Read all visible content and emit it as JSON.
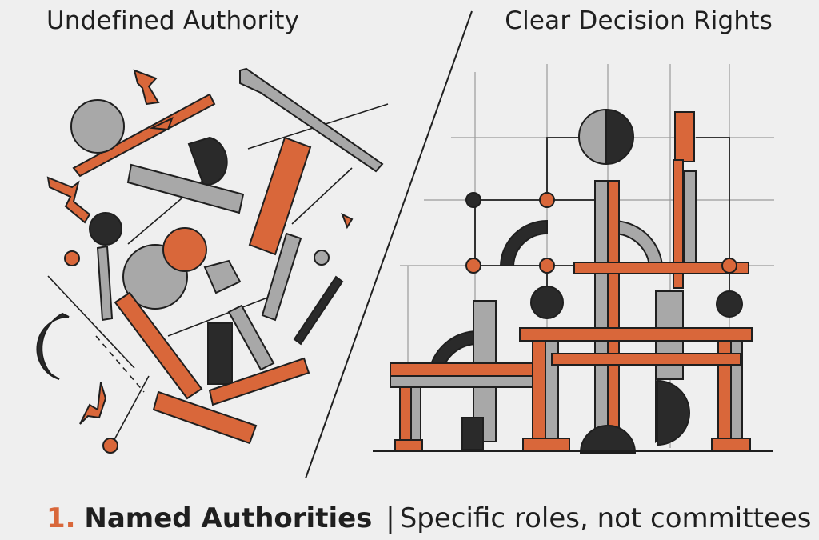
{
  "headings": {
    "left": "Undefined Authority",
    "right": "Clear Decision Rights"
  },
  "caption": {
    "number": "1.",
    "title": "Named Authorities",
    "separator": "|",
    "description": "Specific roles, not committees"
  },
  "colors": {
    "accent": "#d9673a",
    "gray": "#a8a8a8",
    "dark": "#2a2a2a",
    "line": "#1f1f1f",
    "background": "#efefef"
  }
}
